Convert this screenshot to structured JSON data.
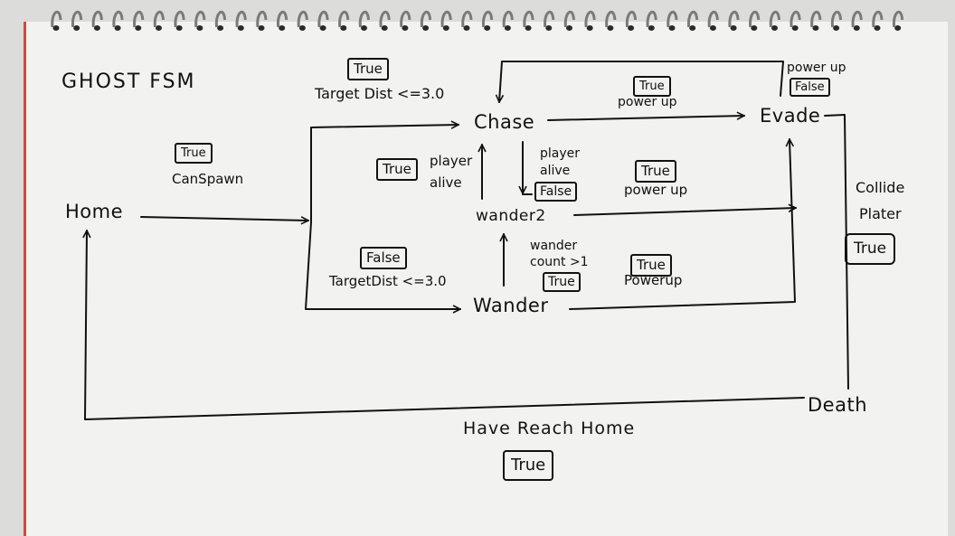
{
  "title": "GHOST FSM",
  "states": {
    "home": "Home",
    "chase": "Chase",
    "evade": "Evade",
    "wander2": "wander2",
    "wander": "Wander",
    "death": "Death"
  },
  "transitions": {
    "home_out": {
      "value": "True",
      "condition": "CanSpawn"
    },
    "to_chase": {
      "value": "True",
      "condition": "Target Dist <=3.0"
    },
    "to_wander": {
      "value": "False",
      "condition": "TargetDist <=3.0"
    },
    "chase_to_evade": {
      "value": "True",
      "condition": "power up"
    },
    "evade_to_chase": {
      "value": "False",
      "condition": "power up"
    },
    "wander2_to_chase": {
      "value": "True",
      "condition_line1": "player",
      "condition_line2": "alive"
    },
    "chase_to_wander2": {
      "value": "False",
      "condition_line1": "player",
      "condition_line2": "alive"
    },
    "wander2_to_evade": {
      "value": "True",
      "condition": "power up"
    },
    "wander_to_wander2": {
      "value": "True",
      "condition_line1": "wander",
      "condition_line2": "count >1"
    },
    "wander_to_evade": {
      "value": "True",
      "condition": "Powerup"
    },
    "evade_to_death": {
      "value": "True",
      "condition_line1": "Collide",
      "condition_line2": "Plater"
    },
    "death_to_home": {
      "value": "True",
      "condition": "Have Reach Home"
    }
  }
}
